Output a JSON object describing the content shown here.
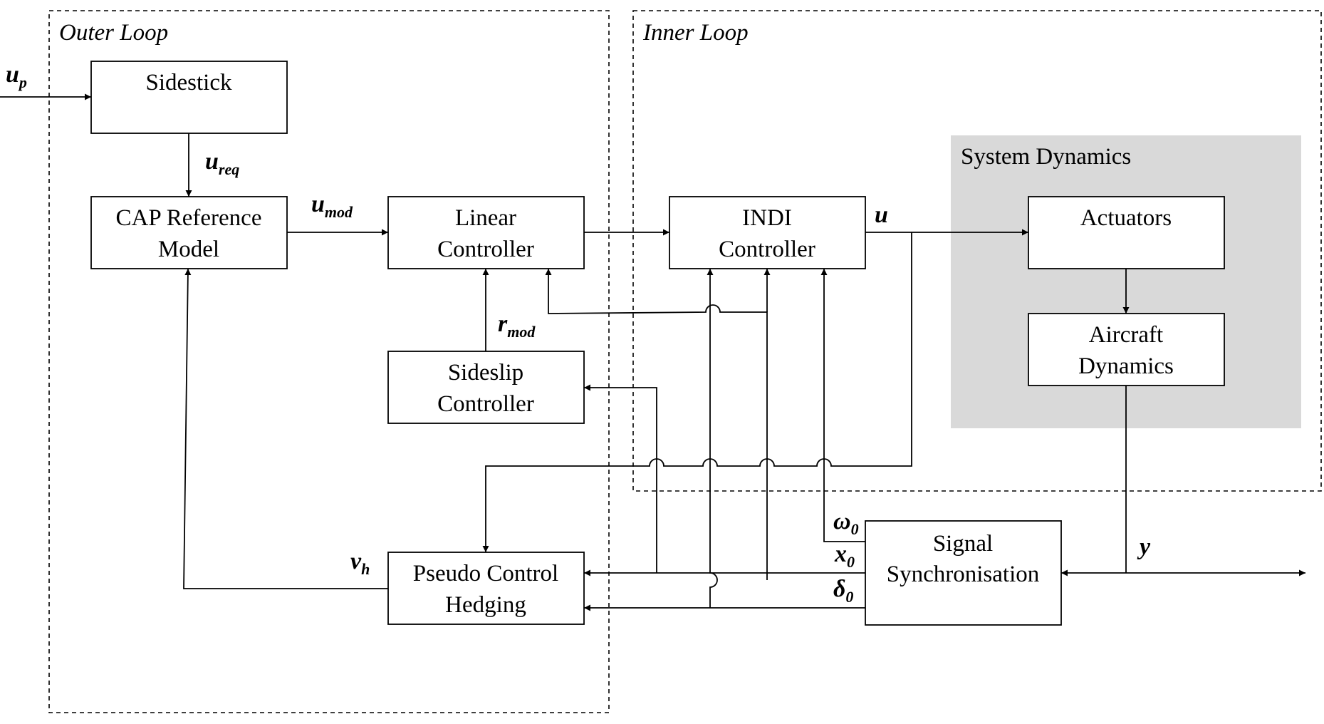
{
  "regions": {
    "outer_loop": "Outer Loop",
    "inner_loop": "Inner Loop",
    "system_dynamics": "System Dynamics"
  },
  "blocks": {
    "sidestick": [
      "Sidestick"
    ],
    "cap_reference_model": [
      "CAP Reference",
      "Model"
    ],
    "linear_controller": [
      "Linear",
      "Controller"
    ],
    "sideslip_controller": [
      "Sideslip",
      "Controller"
    ],
    "pseudo_control_hedging": [
      "Pseudo Control",
      "Hedging"
    ],
    "indi_controller": [
      "INDI",
      "Controller"
    ],
    "actuators": [
      "Actuators"
    ],
    "aircraft_dynamics": [
      "Aircraft",
      "Dynamics"
    ],
    "signal_synchronisation": [
      "Signal",
      "Synchronisation"
    ]
  },
  "signals": {
    "u_p": {
      "main": "u",
      "sub": "p"
    },
    "u_req": {
      "main": "u",
      "sub": "req"
    },
    "u_mod": {
      "main": "u",
      "sub": "mod"
    },
    "r_mod": {
      "main": "r",
      "sub": "mod"
    },
    "u": {
      "main": "u",
      "sub": ""
    },
    "omega_0": {
      "main": "ω",
      "sub": "0"
    },
    "x_0": {
      "main": "x",
      "sub": "0"
    },
    "delta_0": {
      "main": "δ",
      "sub": "0"
    },
    "v_h": {
      "main": "v",
      "sub": "h"
    },
    "y": {
      "main": "y",
      "sub": ""
    }
  },
  "colors": {
    "line": "#000000",
    "system_dynamics_fill": "#d9d9d9",
    "background": "#ffffff"
  }
}
